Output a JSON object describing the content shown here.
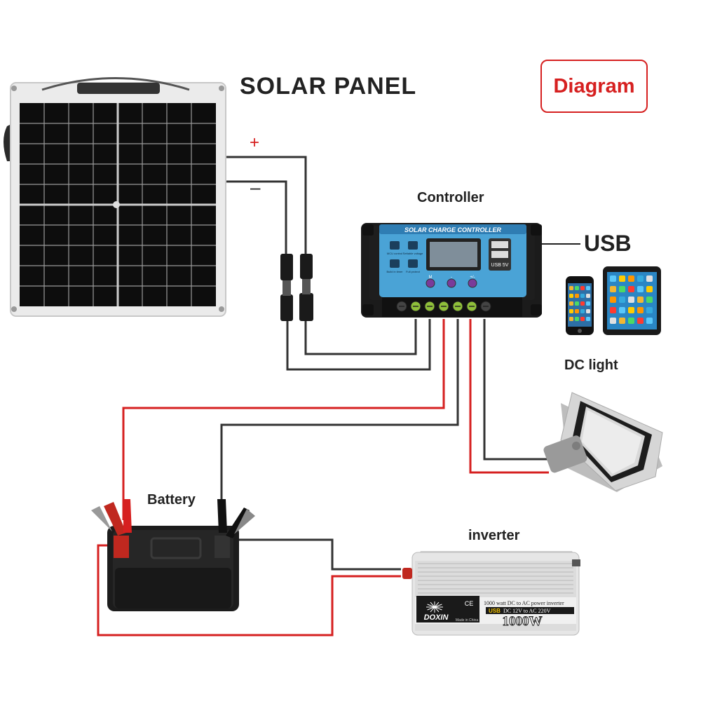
{
  "title": "SOLAR PANEL",
  "tag": "Diagram",
  "labels": {
    "controller": "Controller",
    "usb": "USB",
    "dc_light": "DC light",
    "battery": "Battery",
    "inverter": "inverter",
    "plus": "+",
    "minus": "–"
  },
  "controller_panel": {
    "header": "SOLAR CHARGE CONTROLLER",
    "usb_port_text": "USB 5V",
    "icons": [
      {
        "name": "mcu-icon",
        "text": "MCU control"
      },
      {
        "name": "settable-voltage-icon",
        "text": "Settable voltage"
      },
      {
        "name": "build-in-timer-icon",
        "text": "Build in timer"
      },
      {
        "name": "full-protect-icon",
        "text": "Full protect"
      }
    ],
    "button_marks": [
      "M",
      "-",
      "+/-"
    ]
  },
  "inverter_panel": {
    "brand": "DOXIN",
    "line1": "1000 watt DC to AC power inverter",
    "line2_usb": "USB",
    "line2": "DC 12V to AC 220V",
    "ce": "CE",
    "made_in": "Made in China",
    "rating": "1000W"
  },
  "colors": {
    "red_wire": "#d62020",
    "black_wire": "#333333",
    "controller_blue": "#4aa3d6",
    "tag_red": "#d62020"
  }
}
